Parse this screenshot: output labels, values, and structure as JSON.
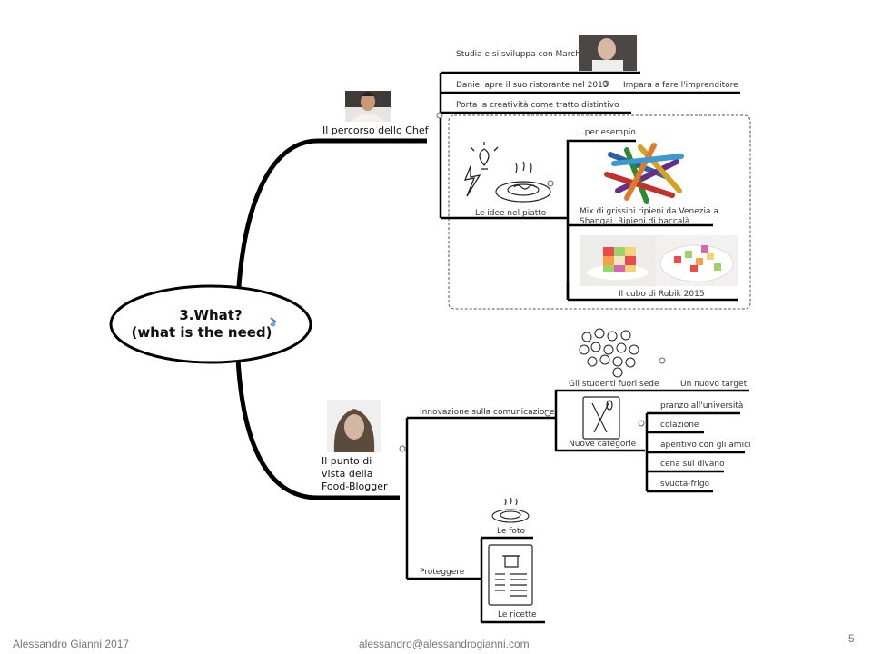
{
  "center": {
    "line1": "3.What?",
    "line2": "(what is the need)"
  },
  "chef": {
    "title": "Il percorso dello Chef",
    "items": [
      "Studia e si sviluppa con Marchesi",
      "Daniel apre il  suo ristorante nel 2013",
      "Impara a fare l'imprenditore",
      "Porta la creatività come tratto distintivo"
    ],
    "ideas": {
      "label": "Le idee nel piatto",
      "example": "..per esempio",
      "grissini_line1": "Mix di grissini ripieni da Venezia a",
      "grissini_line2": "Shangai.  Ripieni di baccalà",
      "rubik": "Il cubo di Rubik 2015"
    }
  },
  "blogger": {
    "title_lines": [
      "Il punto di",
      "vista della",
      "Food-Blogger"
    ],
    "communication": "Innovazione sulla comunicazione",
    "students": "Gli studenti fuori sede",
    "new_target": "Un nuovo target",
    "categories": "Nuove categorie",
    "category_items": [
      "pranzo all'università",
      "colazione",
      "aperitivo con gli amici",
      "cena sul divano",
      "svuota-frigo"
    ],
    "protect": "Proteggere",
    "photos": "Le foto",
    "recipes": "Le ricette"
  },
  "footer": {
    "author": "Alessandro Gianni 2017",
    "email": "alessandro@alessandrogianni.com",
    "page": "5"
  }
}
